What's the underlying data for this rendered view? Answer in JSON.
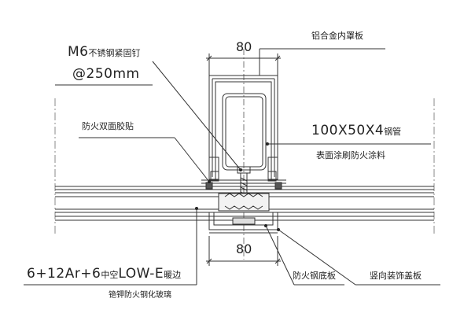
{
  "labels": {
    "dim_top": "80",
    "dim_bottom": "80",
    "cover_plate": "铝合金内罩板",
    "screw_spec_main": "M6",
    "screw_spec_suffix": "不锈钢紧固钉",
    "screw_spacing": "@250mm",
    "fire_tape": "防火双面胶贴",
    "steel_tube_size": "100X50X4",
    "steel_tube_suffix": "钢管",
    "steel_tube_note": "表面涂刷防火涂料",
    "glass_spec_main": "6+12Ar+6",
    "glass_spec_mid": "中空",
    "glass_spec_lowe": "LOW-E",
    "glass_spec_suffix": "暖边",
    "glass_spec_line2": "铯钾防火钢化玻璃",
    "fire_base_plate": "防火钢底板",
    "vertical_cover": "竖向装饰盖板"
  }
}
